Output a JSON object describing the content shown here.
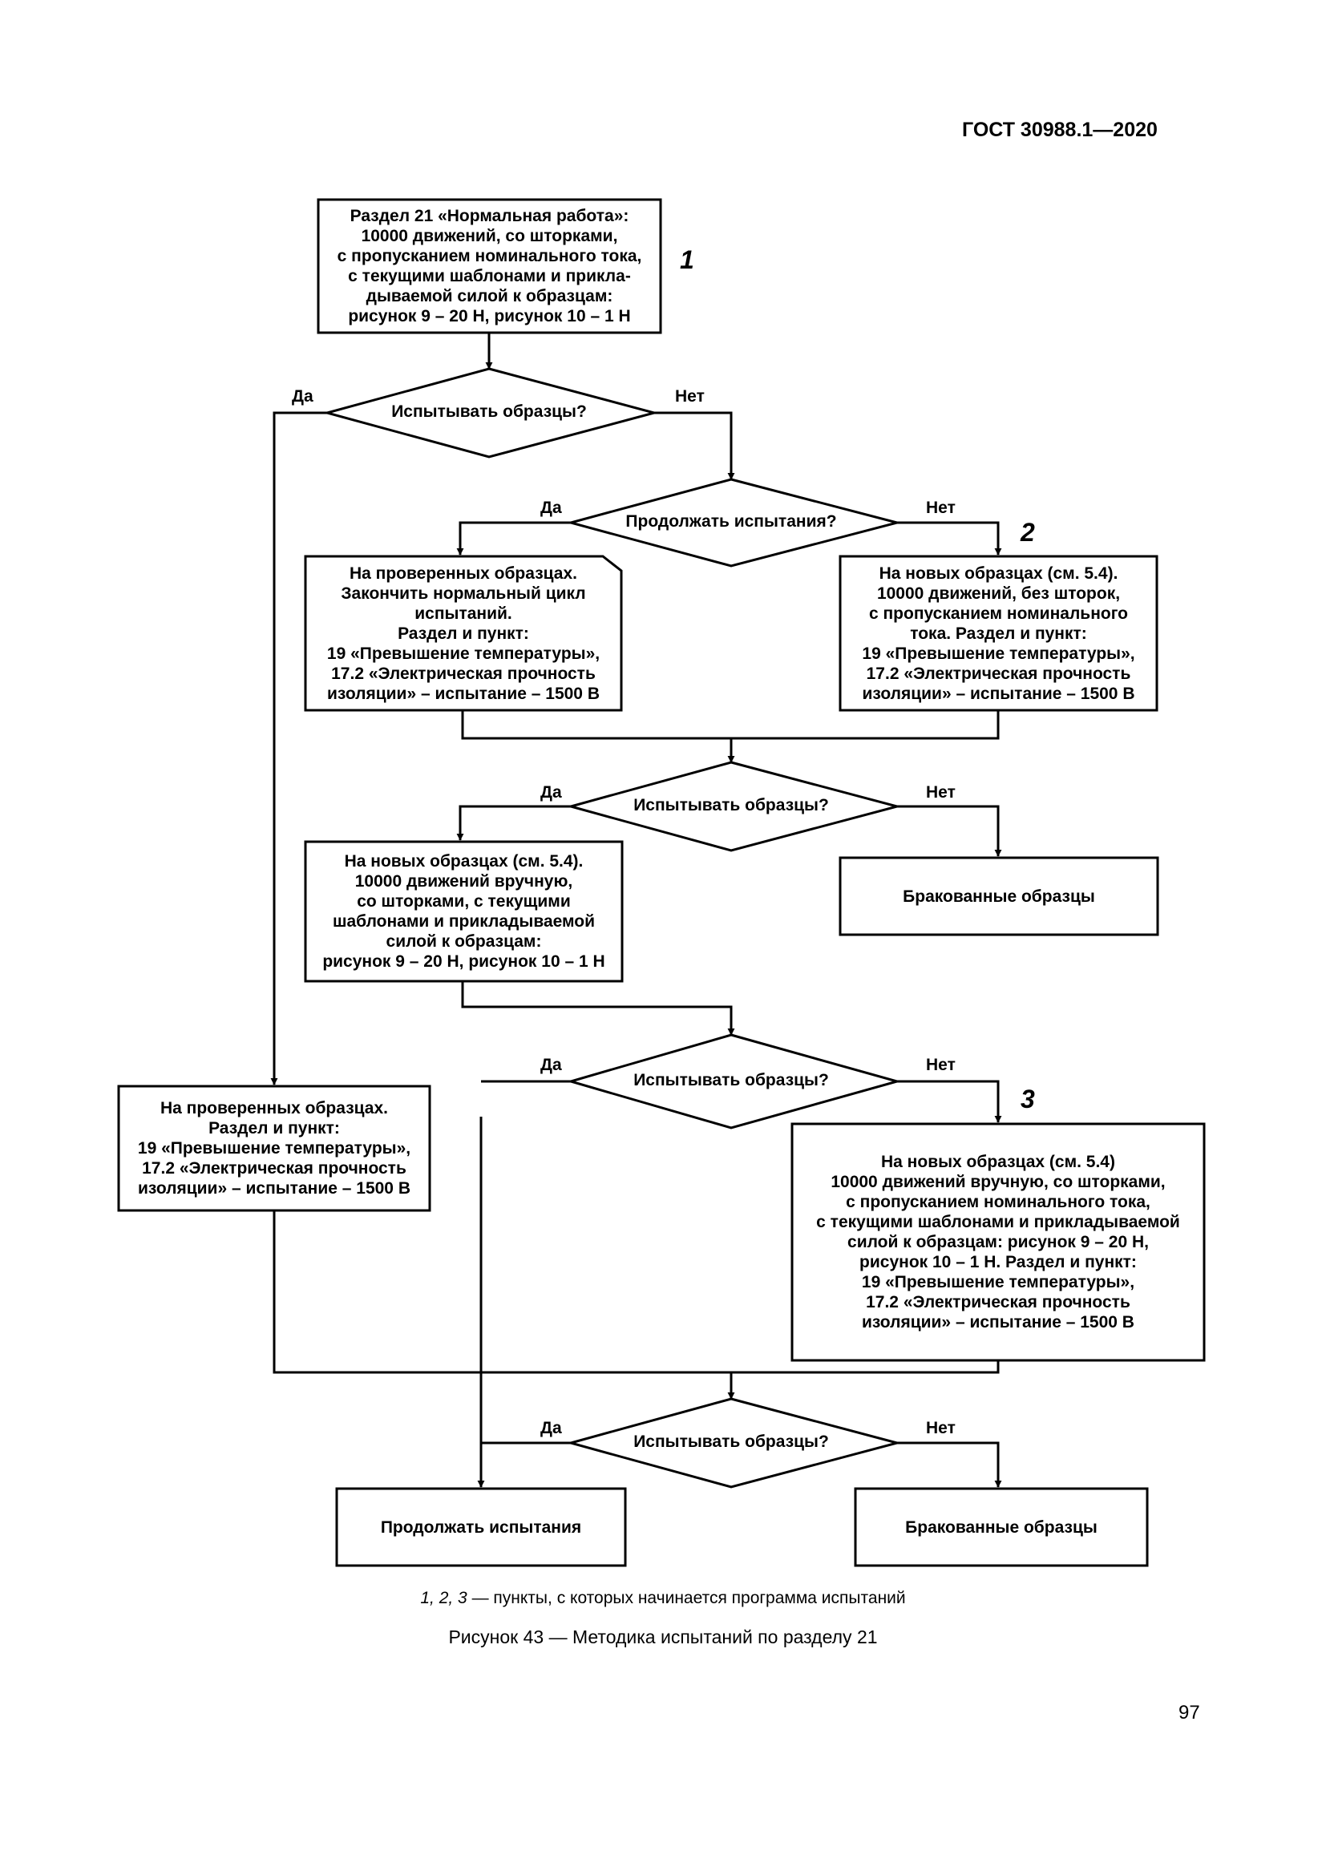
{
  "header": {
    "doc_code": "ГОСТ 30988.1—2020"
  },
  "flowchart": {
    "start_box": "Раздел 21 «Нормальная работа»:\n10000 движений, со шторками,\nс пропусканием номинального тока,\nс текущими шаблонами и прикла-\nдываемой силой к образцам:\nрисунок 9 – 20 Н, рисунок 10 – 1 Н",
    "markers": [
      "1",
      "2",
      "3"
    ],
    "decision_test_samples": "Испытывать образцы?",
    "decision_continue_tests": "Продолжать испытания?",
    "yes": "Да",
    "no": "Нет",
    "box_checked_finish": "На проверенных образцах.\nЗакончить нормальный цикл\nиспытаний.\nРаздел и пункт:\n19 «Превышение температуры»,\n17.2 «Электрическая прочность\nизоляции» – испытание – 1500 В",
    "box_new_no_shutters": "На новых образцах (см. 5.4).\n10000 движений, без шторок,\nс пропусканием номинального\nтока. Раздел и пункт:\n19 «Превышение температуры»,\n17.2 «Электрическая прочность\nизоляции» – испытание – 1500 В",
    "box_new_manual": "На новых образцах (см. 5.4).\n10000 движений вручную,\nсо шторками, с текущими\nшаблонами и прикладываемой\nсилой к образцам:\nрисунок 9 – 20 Н, рисунок 10 – 1 Н",
    "box_rejected": "Бракованные образцы",
    "box_checked_section": "На проверенных образцах.\nРаздел и пункт:\n19 «Превышение температуры»,\n17.2 «Электрическая прочность\nизоляции» – испытание – 1500 В",
    "box_new_full": "На новых образцах (см. 5.4)\n10000 движений вручную, со шторками,\nс пропусканием номинального тока,\nс текущими шаблонами и прикладываемой\nсилой к образцам: рисунок 9 – 20 Н,\nрисунок 10 – 1 Н. Раздел и пункт:\n19 «Превышение температуры»,\n17.2 «Электрическая прочность\nизоляции» – испытание – 1500 В",
    "box_continue": "Продолжать испытания"
  },
  "legend": {
    "numbers": "1, 2, 3",
    "text": " — пункты, с которых начинается программа испытаний"
  },
  "caption": "Рисунок 43 — Методика испытаний по разделу 21",
  "page_number": "97"
}
